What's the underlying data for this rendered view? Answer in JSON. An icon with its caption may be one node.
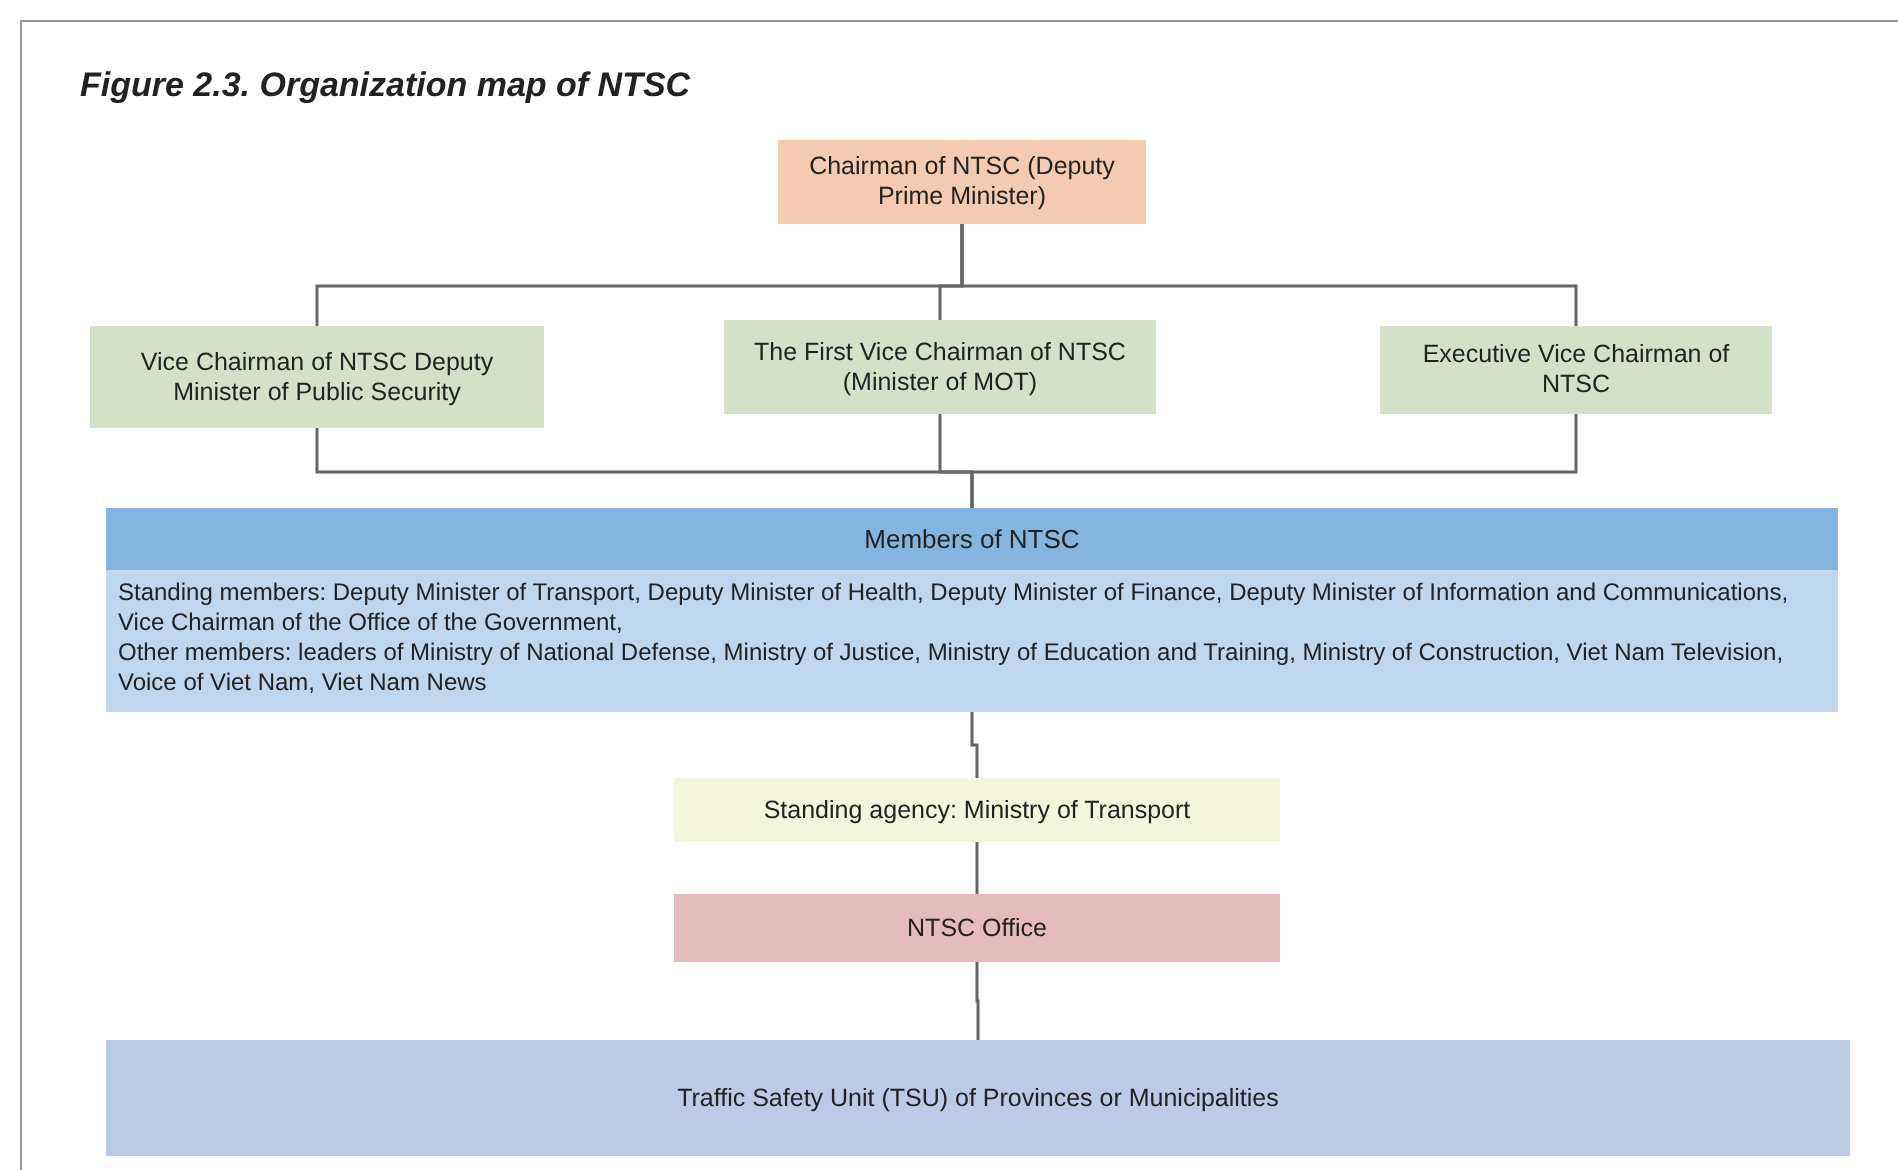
{
  "diagram": {
    "title": "Figure 2.3. Organization map of NTSC",
    "nodes": [
      {
        "text": [
          "Chairman of NTSC (Deputy Prime Minister)"
        ]
      },
      {
        "text": [
          "Vice Chairman of NTSC Deputy Minister of Public Security"
        ]
      },
      {
        "text": [
          "The First Vice Chairman of NTSC (Minister of MOT)"
        ]
      },
      {
        "text": [
          "Executive Vice Chairman of NTSC"
        ]
      },
      {
        "text": [
          "Members of NTSC",
          "Standing members: Deputy Minister of Transport, Deputy Minister of Health, Deputy Minister of Finance, Deputy Minister of Information and Communications, Vice Chairman of the Office of the Government,",
          "Other members: leaders of Ministry of National Defense, Ministry of Justice, Ministry of Education and Training, Ministry of Construction, Viet Nam Television, Voice of Viet Nam, Viet Nam News"
        ]
      },
      {
        "text": [
          "Standing agency: Ministry of Transport"
        ]
      },
      {
        "text": [
          "NTSC Office"
        ]
      },
      {
        "text": [
          "Traffic Safety Unit (TSU) of Provinces or Municipalities"
        ]
      }
    ],
    "edges": [
      {
        "from": 0,
        "to": 1,
        "arrow": "none"
      },
      {
        "from": 0,
        "to": 2,
        "arrow": "none"
      },
      {
        "from": 0,
        "to": 3,
        "arrow": "none"
      },
      {
        "from": 1,
        "to": 4,
        "arrow": "none"
      },
      {
        "from": 2,
        "to": 4,
        "arrow": "none"
      },
      {
        "from": 3,
        "to": 4,
        "arrow": "none"
      },
      {
        "from": 4,
        "to": 5,
        "arrow": "none"
      },
      {
        "from": 5,
        "to": 6,
        "arrow": "none"
      },
      {
        "from": 6,
        "to": 7,
        "arrow": "none"
      }
    ]
  }
}
